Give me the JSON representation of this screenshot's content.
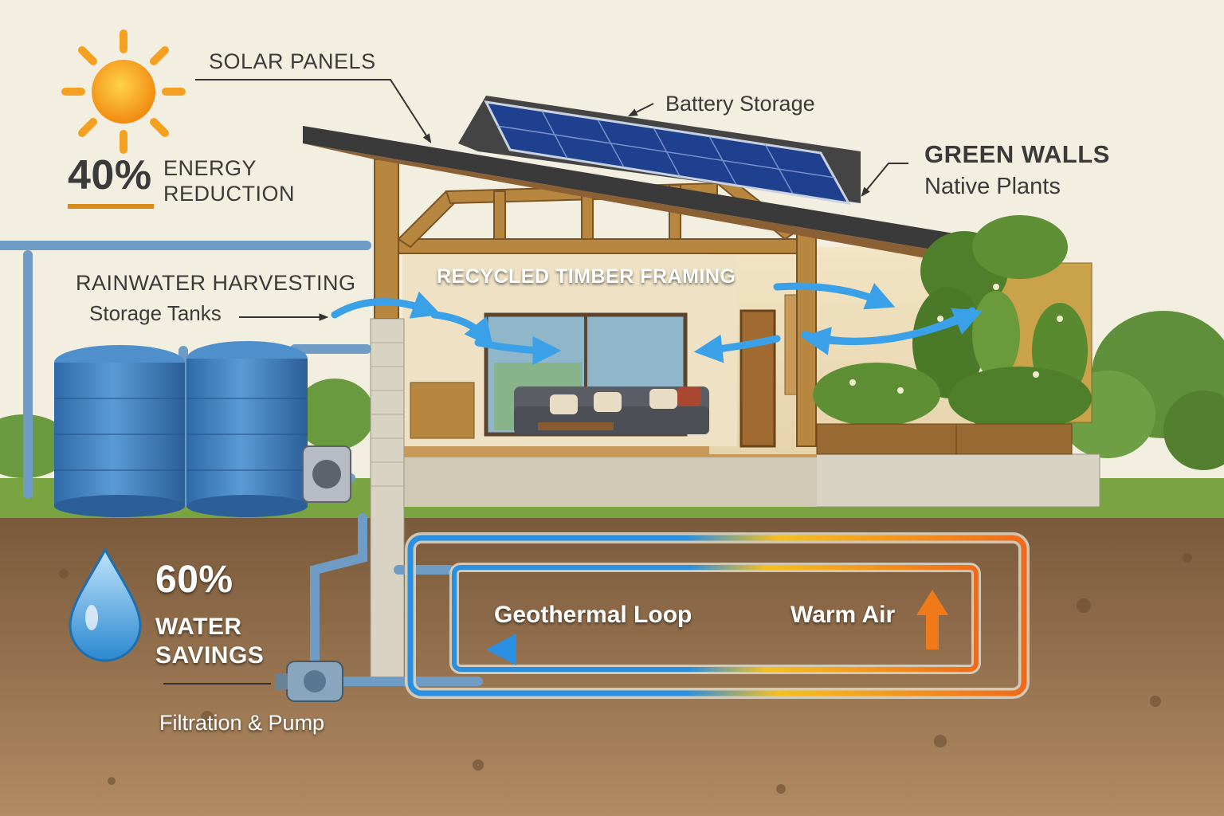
{
  "labels": {
    "solar_panels": "SOLAR PANELS",
    "battery_storage": "Battery Storage",
    "green_walls": "GREEN WALLS",
    "native_plants": "Native Plants",
    "rainwater_harvesting": "RAINWATER HARVESTING",
    "storage_tanks": "Storage Tanks",
    "recycled_timber": "RECYCLED TIMBER FRAMING",
    "geothermal_loop": "Geothermal Loop",
    "warm_air": "Warm Air",
    "filtration_pump": "Filtration & Pump"
  },
  "stats": {
    "energy": {
      "value": "40%",
      "line1": "ENERGY",
      "line2": "REDUCTION"
    },
    "water": {
      "value": "60%",
      "line1": "WATER",
      "line2": "SAVINGS"
    }
  },
  "icons": [
    "sun-icon",
    "water-drop-icon"
  ],
  "colors": {
    "sky": "#f3efe0",
    "soil": "#8a6a4a",
    "grass": "#6f9a3a",
    "timber": "#b8873f",
    "solar_panel": "#1f3f8f",
    "tank": "#3f7fc0",
    "cold_loop": "#2a8fe0",
    "warm_loop": "#f07a1a",
    "airflow_arrow": "#3aa0e8",
    "sun": "#f4a020",
    "accent_underline": "#d98a1a"
  }
}
